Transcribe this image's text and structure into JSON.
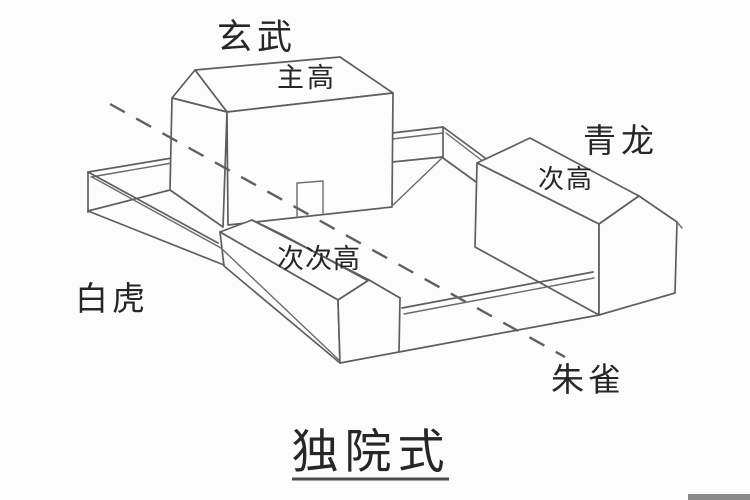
{
  "colors": {
    "background": "#fcfcfc",
    "line": "#5e5e5e",
    "text": "#262626",
    "title_underline": "#4a4a4a",
    "corner_bar": "#898989"
  },
  "labels": {
    "xuanwu": "玄武",
    "zhugao": "主高",
    "qinglong": "青龙",
    "cigao": "次高",
    "cicigao": "次次高",
    "baihu": "白虎",
    "zhuque": "朱雀"
  },
  "title": {
    "text": "独院式"
  }
}
